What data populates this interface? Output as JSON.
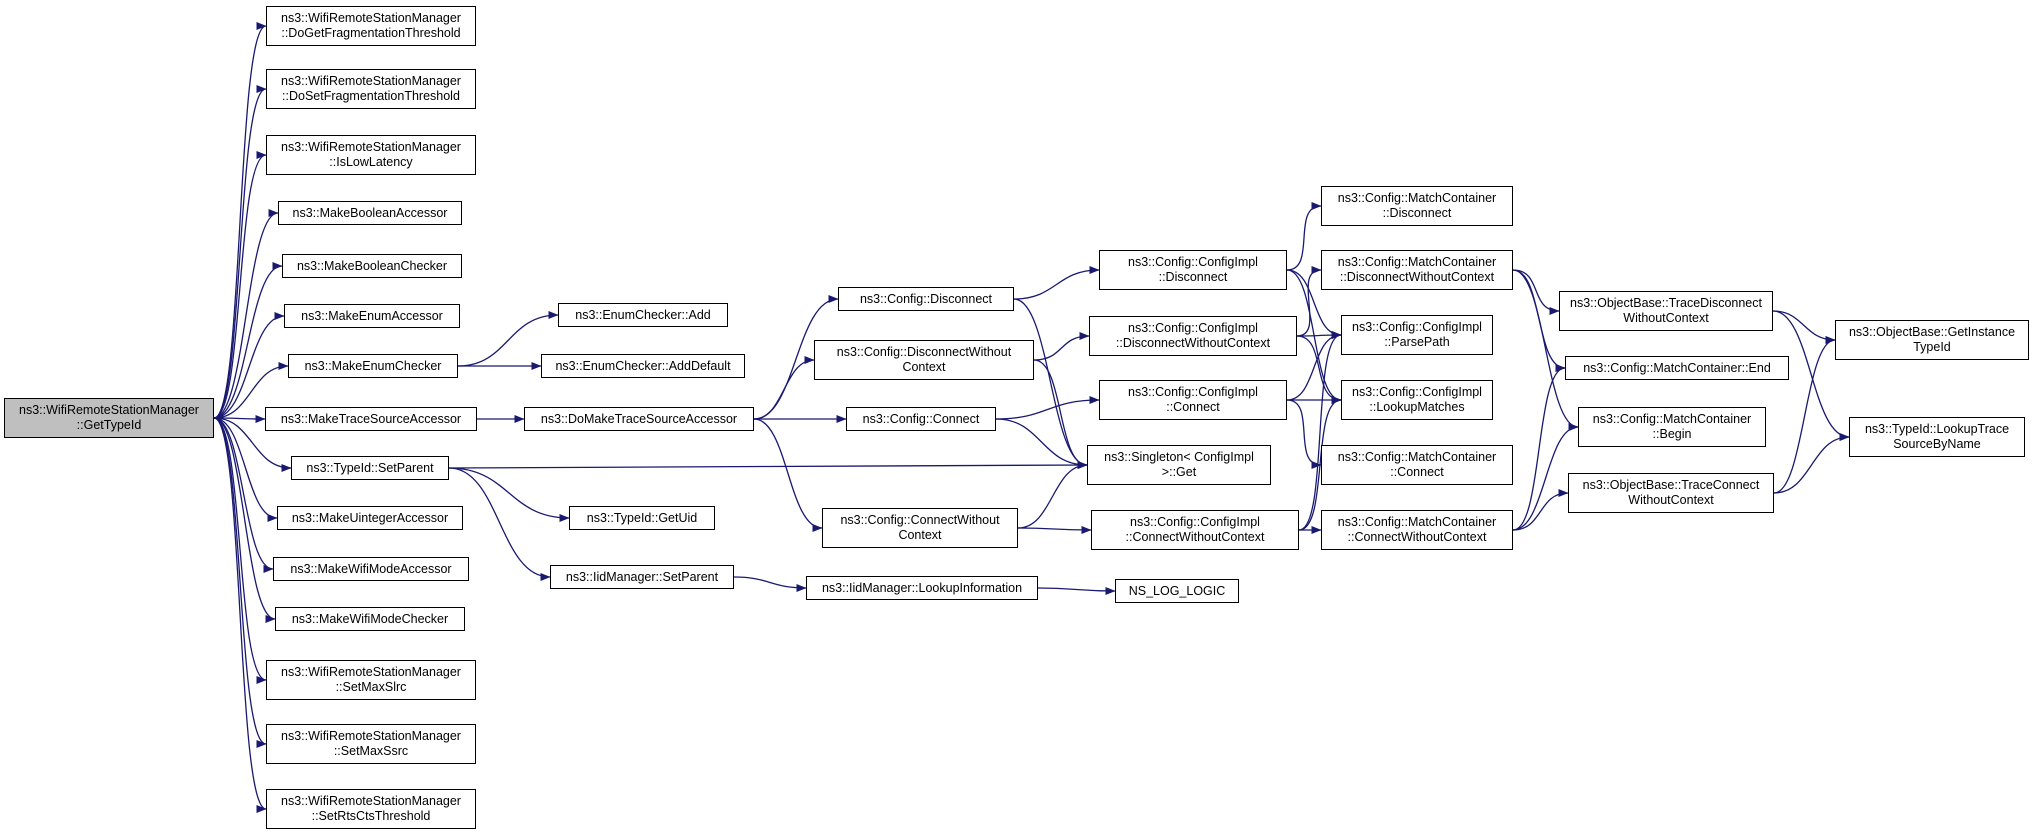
{
  "graph": {
    "edge_color": "#191970",
    "root_fill": "#bfbfbf",
    "nodes": [
      {
        "id": "root",
        "lines": [
          "ns3::WifiRemoteStationManager",
          "::GetTypeId"
        ],
        "root": true
      },
      {
        "id": "doget_frag",
        "lines": [
          "ns3::WifiRemoteStationManager",
          "::DoGetFragmentationThreshold"
        ]
      },
      {
        "id": "doset_frag",
        "lines": [
          "ns3::WifiRemoteStationManager",
          "::DoSetFragmentationThreshold"
        ]
      },
      {
        "id": "islowlatency",
        "lines": [
          "ns3::WifiRemoteStationManager",
          "::IsLowLatency"
        ]
      },
      {
        "id": "make_bool_acc",
        "lines": [
          "ns3::MakeBooleanAccessor"
        ]
      },
      {
        "id": "make_bool_chk",
        "lines": [
          "ns3::MakeBooleanChecker"
        ]
      },
      {
        "id": "make_enum_acc",
        "lines": [
          "ns3::MakeEnumAccessor"
        ]
      },
      {
        "id": "make_enum_chk",
        "lines": [
          "ns3::MakeEnumChecker"
        ]
      },
      {
        "id": "make_trace_acc",
        "lines": [
          "ns3::MakeTraceSourceAccessor"
        ]
      },
      {
        "id": "typeid_setparent",
        "lines": [
          "ns3::TypeId::SetParent"
        ]
      },
      {
        "id": "make_uint_acc",
        "lines": [
          "ns3::MakeUintegerAccessor"
        ]
      },
      {
        "id": "make_wifimode_acc",
        "lines": [
          "ns3::MakeWifiModeAccessor"
        ]
      },
      {
        "id": "make_wifimode_chk",
        "lines": [
          "ns3::MakeWifiModeChecker"
        ]
      },
      {
        "id": "setmaxslrc",
        "lines": [
          "ns3::WifiRemoteStationManager",
          "::SetMaxSlrc"
        ]
      },
      {
        "id": "setmaxssrc",
        "lines": [
          "ns3::WifiRemoteStationManager",
          "::SetMaxSsrc"
        ]
      },
      {
        "id": "setrtscts",
        "lines": [
          "ns3::WifiRemoteStationManager",
          "::SetRtsCtsThreshold"
        ]
      },
      {
        "id": "enum_add",
        "lines": [
          "ns3::EnumChecker::Add"
        ]
      },
      {
        "id": "enum_adddefault",
        "lines": [
          "ns3::EnumChecker::AddDefault"
        ]
      },
      {
        "id": "domake_trace",
        "lines": [
          "ns3::DoMakeTraceSourceAccessor"
        ]
      },
      {
        "id": "typeid_getuid",
        "lines": [
          "ns3::TypeId::GetUid"
        ]
      },
      {
        "id": "iid_setparent",
        "lines": [
          "ns3::IidManager::SetParent"
        ]
      },
      {
        "id": "cfg_disconnect",
        "lines": [
          "ns3::Config::Disconnect"
        ]
      },
      {
        "id": "cfg_disconnect_wc",
        "lines": [
          "ns3::Config::DisconnectWithout",
          "Context"
        ]
      },
      {
        "id": "cfg_connect",
        "lines": [
          "ns3::Config::Connect"
        ]
      },
      {
        "id": "cfg_connect_wc",
        "lines": [
          "ns3::Config::ConnectWithout",
          "Context"
        ]
      },
      {
        "id": "iid_lookupinfo",
        "lines": [
          "ns3::IidManager::LookupInformation"
        ]
      },
      {
        "id": "impl_disconnect",
        "lines": [
          "ns3::Config::ConfigImpl",
          "::Disconnect"
        ]
      },
      {
        "id": "impl_disconnect_wc",
        "lines": [
          "ns3::Config::ConfigImpl",
          "::DisconnectWithoutContext"
        ]
      },
      {
        "id": "impl_connect",
        "lines": [
          "ns3::Config::ConfigImpl",
          "::Connect"
        ]
      },
      {
        "id": "singleton_get",
        "lines": [
          "ns3::Singleton< ConfigImpl",
          ">::Get"
        ]
      },
      {
        "id": "impl_connect_wc",
        "lines": [
          "ns3::Config::ConfigImpl",
          "::ConnectWithoutContext"
        ]
      },
      {
        "id": "ns_log_logic",
        "lines": [
          "NS_LOG_LOGIC"
        ]
      },
      {
        "id": "mc_disconnect",
        "lines": [
          "ns3::Config::MatchContainer",
          "::Disconnect"
        ]
      },
      {
        "id": "mc_disconnect_wc",
        "lines": [
          "ns3::Config::MatchContainer",
          "::DisconnectWithoutContext"
        ]
      },
      {
        "id": "impl_parsepath",
        "lines": [
          "ns3::Config::ConfigImpl",
          "::ParsePath"
        ]
      },
      {
        "id": "impl_lookupmatches",
        "lines": [
          "ns3::Config::ConfigImpl",
          "::LookupMatches"
        ]
      },
      {
        "id": "mc_connect",
        "lines": [
          "ns3::Config::MatchContainer",
          "::Connect"
        ]
      },
      {
        "id": "mc_connect_wc",
        "lines": [
          "ns3::Config::MatchContainer",
          "::ConnectWithoutContext"
        ]
      },
      {
        "id": "ob_tracedisconnect_wc",
        "lines": [
          "ns3::ObjectBase::TraceDisconnect",
          "WithoutContext"
        ]
      },
      {
        "id": "mc_end",
        "lines": [
          "ns3::Config::MatchContainer::End"
        ]
      },
      {
        "id": "mc_begin",
        "lines": [
          "ns3::Config::MatchContainer",
          "::Begin"
        ]
      },
      {
        "id": "ob_traceconnect_wc",
        "lines": [
          "ns3::ObjectBase::TraceConnect",
          "WithoutContext"
        ]
      },
      {
        "id": "ob_getinstancetypeid",
        "lines": [
          "ns3::ObjectBase::GetInstance",
          "TypeId"
        ]
      },
      {
        "id": "typeid_lookuptrace",
        "lines": [
          "ns3::TypeId::LookupTrace",
          "SourceByName"
        ]
      }
    ],
    "edges": [
      [
        "root",
        "doget_frag"
      ],
      [
        "root",
        "doset_frag"
      ],
      [
        "root",
        "islowlatency"
      ],
      [
        "root",
        "make_bool_acc"
      ],
      [
        "root",
        "make_bool_chk"
      ],
      [
        "root",
        "make_enum_acc"
      ],
      [
        "root",
        "make_enum_chk"
      ],
      [
        "root",
        "make_trace_acc"
      ],
      [
        "root",
        "typeid_setparent"
      ],
      [
        "root",
        "make_uint_acc"
      ],
      [
        "root",
        "make_wifimode_acc"
      ],
      [
        "root",
        "make_wifimode_chk"
      ],
      [
        "root",
        "setmaxslrc"
      ],
      [
        "root",
        "setmaxssrc"
      ],
      [
        "root",
        "setrtscts"
      ],
      [
        "make_enum_chk",
        "enum_add"
      ],
      [
        "make_enum_chk",
        "enum_adddefault"
      ],
      [
        "make_trace_acc",
        "domake_trace"
      ],
      [
        "typeid_setparent",
        "singleton_get"
      ],
      [
        "typeid_setparent",
        "typeid_getuid"
      ],
      [
        "typeid_setparent",
        "iid_setparent"
      ],
      [
        "domake_trace",
        "cfg_disconnect"
      ],
      [
        "domake_trace",
        "cfg_disconnect_wc"
      ],
      [
        "domake_trace",
        "cfg_connect"
      ],
      [
        "domake_trace",
        "cfg_connect_wc"
      ],
      [
        "iid_setparent",
        "iid_lookupinfo"
      ],
      [
        "cfg_disconnect",
        "impl_disconnect"
      ],
      [
        "cfg_disconnect",
        "singleton_get"
      ],
      [
        "cfg_disconnect_wc",
        "impl_disconnect_wc"
      ],
      [
        "cfg_disconnect_wc",
        "singleton_get"
      ],
      [
        "cfg_connect",
        "impl_connect"
      ],
      [
        "cfg_connect",
        "singleton_get"
      ],
      [
        "cfg_connect_wc",
        "singleton_get"
      ],
      [
        "cfg_connect_wc",
        "impl_connect_wc"
      ],
      [
        "iid_lookupinfo",
        "ns_log_logic"
      ],
      [
        "impl_disconnect",
        "mc_disconnect"
      ],
      [
        "impl_disconnect",
        "impl_parsepath"
      ],
      [
        "impl_disconnect",
        "impl_lookupmatches"
      ],
      [
        "impl_disconnect_wc",
        "mc_disconnect_wc"
      ],
      [
        "impl_disconnect_wc",
        "impl_parsepath"
      ],
      [
        "impl_disconnect_wc",
        "impl_lookupmatches"
      ],
      [
        "impl_connect",
        "impl_parsepath"
      ],
      [
        "impl_connect",
        "impl_lookupmatches"
      ],
      [
        "impl_connect",
        "mc_connect"
      ],
      [
        "impl_connect_wc",
        "impl_parsepath"
      ],
      [
        "impl_connect_wc",
        "impl_lookupmatches"
      ],
      [
        "impl_connect_wc",
        "mc_connect_wc"
      ],
      [
        "mc_disconnect_wc",
        "ob_tracedisconnect_wc"
      ],
      [
        "mc_disconnect_wc",
        "mc_end"
      ],
      [
        "mc_disconnect_wc",
        "mc_begin"
      ],
      [
        "mc_connect_wc",
        "mc_end"
      ],
      [
        "mc_connect_wc",
        "mc_begin"
      ],
      [
        "mc_connect_wc",
        "ob_traceconnect_wc"
      ],
      [
        "ob_tracedisconnect_wc",
        "ob_getinstancetypeid"
      ],
      [
        "ob_tracedisconnect_wc",
        "typeid_lookuptrace"
      ],
      [
        "ob_traceconnect_wc",
        "ob_getinstancetypeid"
      ],
      [
        "ob_traceconnect_wc",
        "typeid_lookuptrace"
      ]
    ]
  }
}
